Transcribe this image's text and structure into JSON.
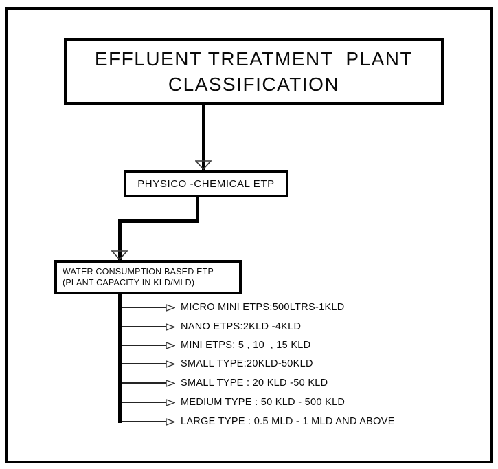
{
  "diagram": {
    "title": {
      "line1": "EFFLUENT TREATMENT  PLANT",
      "line2": "CLASSIFICATION"
    },
    "nodes": {
      "physico": {
        "label": "PHYSICO -CHEMICAL ETP"
      },
      "water": {
        "line1": "WATER CONSUMPTION BASED ETP",
        "line2": "(PLANT CAPACITY IN KLD/MLD)"
      }
    },
    "items": [
      {
        "label": "MICRO MINI ETPS:500LTRS-1KLD"
      },
      {
        "label": "NANO ETPS:2KLD -4KLD"
      },
      {
        "label": "MINI ETPS: 5 , 10  , 15 KLD"
      },
      {
        "label": "SMALL TYPE:20KLD-50KLD"
      },
      {
        "label": "SMALL TYPE : 20 KLD -50 KLD"
      },
      {
        "label": "MEDIUM TYPE : 50 KLD - 500 KLD"
      },
      {
        "label": "LARGE TYPE : 0.5 MLD - 1 MLD AND ABOVE"
      }
    ],
    "colors": {
      "line": "#000000",
      "background": "#ffffff",
      "text": "#0a0a0a",
      "arrow_outline": "#3a3a3a"
    }
  }
}
